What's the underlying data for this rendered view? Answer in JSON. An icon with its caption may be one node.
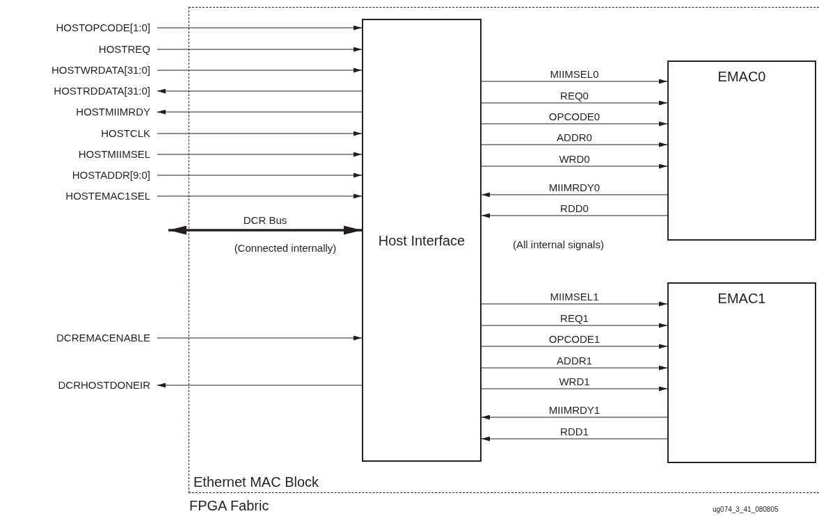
{
  "diagram": {
    "nodes": [
      {
        "text": [
          "Ethernet MAC Block"
        ]
      },
      {
        "text": [
          "Host Interface"
        ],
        "in": 0
      },
      {
        "text": [
          "EMAC0"
        ],
        "in": 0
      },
      {
        "text": [
          "EMAC1"
        ],
        "in": 0
      },
      {
        "text": [
          "HOSTOPCODE[1:0]"
        ]
      },
      {
        "text": [
          "HOSTREQ"
        ]
      },
      {
        "text": [
          "HOSTWRDATA[31:0]"
        ]
      },
      {
        "text": [
          "HOSTRDDATA[31:0]"
        ]
      },
      {
        "text": [
          "HOSTMIIMRDY"
        ]
      },
      {
        "text": [
          "HOSTCLK"
        ]
      },
      {
        "text": [
          "HOSTMIIMSEL"
        ]
      },
      {
        "text": [
          "HOSTADDR[9:0]"
        ]
      },
      {
        "text": [
          "HOSTEMAC1SEL"
        ]
      },
      {
        "text": [
          "DCREMACENABLE"
        ]
      },
      {
        "text": [
          "DCRHOSTDONEIR"
        ]
      }
    ],
    "edges": [
      {
        "from": 4,
        "to": 1,
        "arrow": "to"
      },
      {
        "from": 5,
        "to": 1,
        "arrow": "to"
      },
      {
        "from": 6,
        "to": 1,
        "arrow": "to"
      },
      {
        "from": 1,
        "to": 7,
        "arrow": "to"
      },
      {
        "from": 1,
        "to": 8,
        "arrow": "to"
      },
      {
        "from": 9,
        "to": 1,
        "arrow": "to"
      },
      {
        "from": 10,
        "to": 1,
        "arrow": "to"
      },
      {
        "from": 11,
        "to": 1,
        "arrow": "to"
      },
      {
        "from": 12,
        "to": 1,
        "arrow": "to"
      },
      {
        "from": null,
        "to": 1,
        "arrow": "both",
        "label": "DCR Bus",
        "style": "thick"
      },
      {
        "from": 13,
        "to": 1,
        "arrow": "to"
      },
      {
        "from": 1,
        "to": 14,
        "arrow": "to"
      },
      {
        "from": 1,
        "to": 2,
        "arrow": "to",
        "label": "MIIMSEL0"
      },
      {
        "from": 1,
        "to": 2,
        "arrow": "to",
        "label": "REQ0"
      },
      {
        "from": 1,
        "to": 2,
        "arrow": "to",
        "label": "OPCODE0"
      },
      {
        "from": 1,
        "to": 2,
        "arrow": "to",
        "label": "ADDR0"
      },
      {
        "from": 1,
        "to": 2,
        "arrow": "to",
        "label": "WRD0"
      },
      {
        "from": 2,
        "to": 1,
        "arrow": "to",
        "label": "MIIMRDY0"
      },
      {
        "from": 2,
        "to": 1,
        "arrow": "to",
        "label": "RDD0"
      },
      {
        "from": 1,
        "to": 3,
        "arrow": "to",
        "label": "MIIMSEL1"
      },
      {
        "from": 1,
        "to": 3,
        "arrow": "to",
        "label": "REQ1"
      },
      {
        "from": 1,
        "to": 3,
        "arrow": "to",
        "label": "OPCODE1"
      },
      {
        "from": 1,
        "to": 3,
        "arrow": "to",
        "label": "ADDR1"
      },
      {
        "from": 1,
        "to": 3,
        "arrow": "to",
        "label": "WRD1"
      },
      {
        "from": 3,
        "to": 1,
        "arrow": "to",
        "label": "MIIMRDY1"
      },
      {
        "from": 3,
        "to": 1,
        "arrow": "to",
        "label": "RDD1"
      }
    ],
    "labels": [
      "(Connected internally)",
      "(All internal signals)",
      "FPGA Fabric",
      "ug074_3_41_080805"
    ]
  }
}
